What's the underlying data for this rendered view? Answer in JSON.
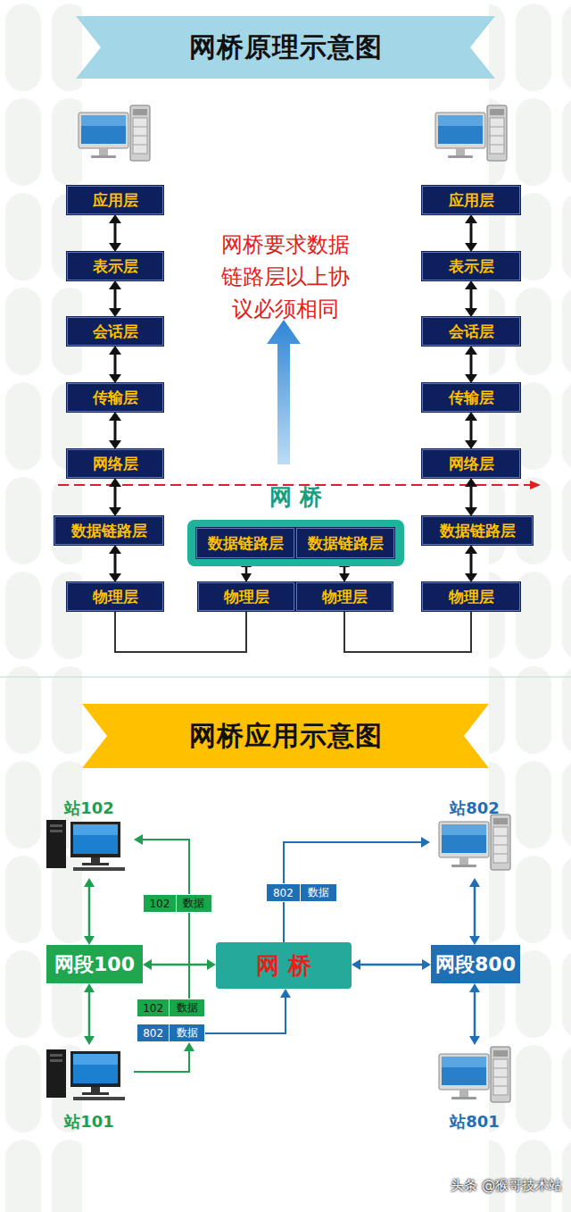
{
  "diagram": {
    "nodes": [
      {
        "text": [
          "网桥原理示意图"
        ]
      },
      {
        "text": [
          "应用层"
        ]
      },
      {
        "text": [
          "表示层"
        ]
      },
      {
        "text": [
          "会话层"
        ]
      },
      {
        "text": [
          "传输层"
        ]
      },
      {
        "text": [
          "网络层"
        ]
      },
      {
        "text": [
          "数据链路层"
        ]
      },
      {
        "text": [
          "物理层"
        ]
      },
      {
        "text": [
          "网 桥"
        ]
      },
      {
        "text": [
          "数据链路层"
        ],
        "in": 8
      },
      {
        "text": [
          "数据链路层"
        ],
        "in": 8
      },
      {
        "text": [
          "物理层"
        ]
      },
      {
        "text": [
          "物理层"
        ]
      },
      {
        "text": [
          "应用层"
        ]
      },
      {
        "text": [
          "表示层"
        ]
      },
      {
        "text": [
          "会话层"
        ]
      },
      {
        "text": [
          "传输层"
        ]
      },
      {
        "text": [
          "网络层"
        ]
      },
      {
        "text": [
          "数据链路层"
        ]
      },
      {
        "text": [
          "物理层"
        ]
      },
      {
        "text": [
          "网桥应用示意图"
        ]
      },
      {
        "text": [
          "站102"
        ]
      },
      {
        "text": [
          "站802"
        ]
      },
      {
        "text": [
          "102",
          "数据"
        ]
      },
      {
        "text": [
          "802",
          "数据"
        ]
      },
      {
        "text": [
          "网段100"
        ]
      },
      {
        "text": [
          "网 桥"
        ]
      },
      {
        "text": [
          "网段800"
        ]
      },
      {
        "text": [
          "102",
          "数据"
        ]
      },
      {
        "text": [
          "802",
          "数据"
        ]
      },
      {
        "text": [
          "站101"
        ]
      },
      {
        "text": [
          "站801"
        ]
      }
    ],
    "edges": [
      {
        "from": 1,
        "to": 2,
        "arrow": "both"
      },
      {
        "from": 2,
        "to": 3,
        "arrow": "both"
      },
      {
        "from": 3,
        "to": 4,
        "arrow": "both"
      },
      {
        "from": 4,
        "to": 5,
        "arrow": "both"
      },
      {
        "from": 5,
        "to": 6,
        "arrow": "both"
      },
      {
        "from": 6,
        "to": 7,
        "arrow": "both"
      },
      {
        "from": 13,
        "to": 14,
        "arrow": "both"
      },
      {
        "from": 14,
        "to": 15,
        "arrow": "both"
      },
      {
        "from": 15,
        "to": 16,
        "arrow": "both"
      },
      {
        "from": 16,
        "to": 17,
        "arrow": "both"
      },
      {
        "from": 17,
        "to": 18,
        "arrow": "both"
      },
      {
        "from": 18,
        "to": 19,
        "arrow": "both"
      },
      {
        "from": 9,
        "to": 11,
        "arrow": "both"
      },
      {
        "from": 10,
        "to": 12,
        "arrow": "both"
      },
      {
        "from": 7,
        "to": 11,
        "arrow": "none"
      },
      {
        "from": 12,
        "to": 19,
        "arrow": "none"
      },
      {
        "from": 25,
        "to": 21,
        "arrow": "both"
      },
      {
        "from": 25,
        "to": 30,
        "arrow": "both"
      },
      {
        "from": 25,
        "to": 26,
        "arrow": "both"
      },
      {
        "from": 26,
        "to": 27,
        "arrow": "both"
      },
      {
        "from": 27,
        "to": 22,
        "arrow": "both"
      },
      {
        "from": 27,
        "to": 31,
        "arrow": "both"
      },
      {
        "from": 30,
        "to": 29,
        "arrow": "to"
      },
      {
        "from": 29,
        "to": 26,
        "arrow": "to"
      },
      {
        "from": 28,
        "to": 21,
        "arrow": "to"
      },
      {
        "from": 26,
        "to": 22,
        "arrow": "to"
      }
    ],
    "labels": [
      "网桥要求数据链路层以上协议必须相同",
      "头条 @猴哥技术站"
    ]
  }
}
